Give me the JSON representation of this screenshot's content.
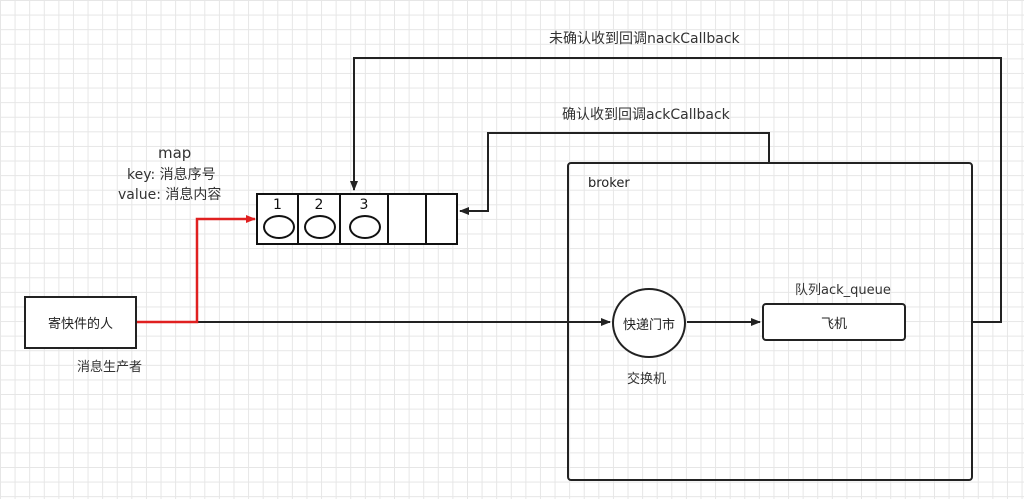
{
  "labels": {
    "nack_callback": "未确认收到回调nackCallback",
    "ack_callback": "确认收到回调ackCallback",
    "map_title": "map",
    "map_key": "key: 消息序号",
    "map_value": "value: 消息内容",
    "producer_role": "消息生产者",
    "exchange_role": "交换机",
    "queue_name": "队列ack_queue"
  },
  "nodes": {
    "producer": "寄快件的人",
    "broker": "broker",
    "exchange": "快递门市",
    "queue": "飞机"
  },
  "map_slots": [
    {
      "key": "1",
      "filled": true
    },
    {
      "key": "2",
      "filled": true
    },
    {
      "key": "3",
      "filled": true
    },
    {
      "key": "",
      "filled": false
    },
    {
      "key": "",
      "filled": false
    }
  ],
  "colors": {
    "line": "#222222",
    "highlight": "#e02020",
    "grid": "#e6e6e6"
  }
}
